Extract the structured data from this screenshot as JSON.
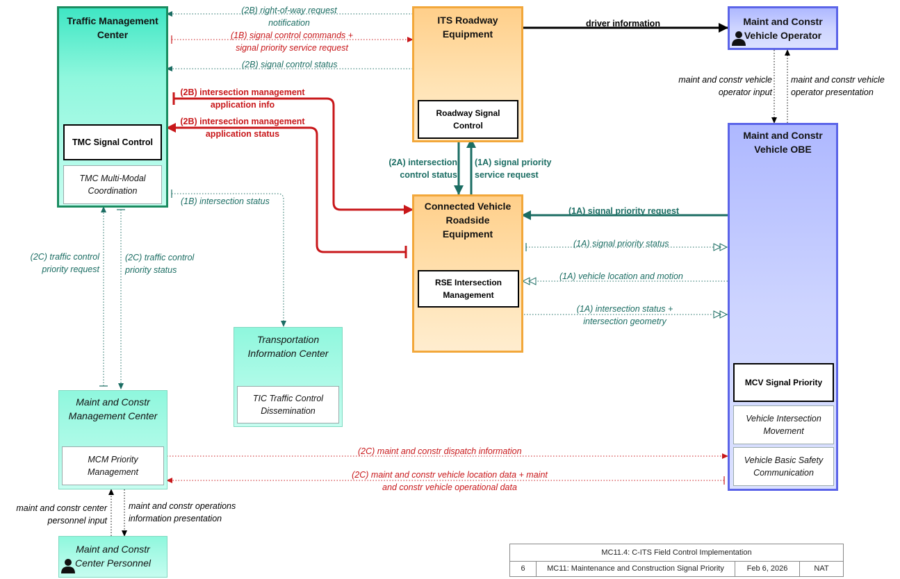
{
  "elements": {
    "tmc": {
      "title": "Traffic Management Center",
      "sub1": "TMC Signal Control",
      "sub2": "TMC Multi-Modal Coordination"
    },
    "its": {
      "title": "ITS Roadway Equipment",
      "sub1": "Roadway Signal Control"
    },
    "operator": {
      "title": "Maint and Constr Vehicle Operator"
    },
    "cvre": {
      "title": "Connected Vehicle Roadside Equipment",
      "sub1": "RSE Intersection Management"
    },
    "obe": {
      "title": "Maint and Constr Vehicle OBE",
      "sub1": "MCV Signal Priority",
      "sub2": "Vehicle Intersection Movement",
      "sub3": "Vehicle Basic Safety Communication"
    },
    "tic": {
      "title": "Transportation Information Center",
      "sub1": "TIC Traffic Control Dissemination"
    },
    "mcm": {
      "title": "Maint and Constr Management Center",
      "sub1": "MCM Priority Management"
    },
    "personnel": {
      "title": "Maint and Constr Center Personnel"
    }
  },
  "flows": {
    "f1": "(2B) right-of-way request notification",
    "f2": "(1B) signal control commands + signal priority service request",
    "f3": "(2B) signal control status",
    "f4": "(2B) intersection management application info",
    "f5": "(2B) intersection management application status",
    "f6": "(1B) intersection status",
    "f7": "driver information",
    "f8": "maint and constr vehicle operator input",
    "f9": "maint and constr vehicle operator presentation",
    "f10": "(2A) intersection control status",
    "f11": "(1A) signal priority service request",
    "f12": "(1A) signal priority request",
    "f13": "(1A) signal priority status",
    "f14": "(1A) vehicle location and motion",
    "f15": "(1A) intersection status + intersection geometry",
    "f16": "(2C) traffic control priority request",
    "f17": "(2C) traffic control priority status",
    "f18": "(2C) maint and constr dispatch information",
    "f19": "(2C) maint and constr vehicle location data + maint and constr vehicle operational data",
    "f20": "maint and constr center personnel input",
    "f21": "maint and constr operations information presentation"
  },
  "footer": {
    "title": "MC11.4: C-ITS Field Control Implementation",
    "page": "6",
    "package": "MC11: Maintenance and Construction Signal Priority",
    "date": "Feb 6, 2026",
    "tag": "NAT"
  },
  "colors": {
    "green": "#1b6d63",
    "red": "#c8171a",
    "black": "#000000",
    "teal_border": "#1a8c60",
    "orange_border": "#f2a73a",
    "blue_border": "#5b64e8"
  },
  "icons": [
    "person-icon"
  ]
}
